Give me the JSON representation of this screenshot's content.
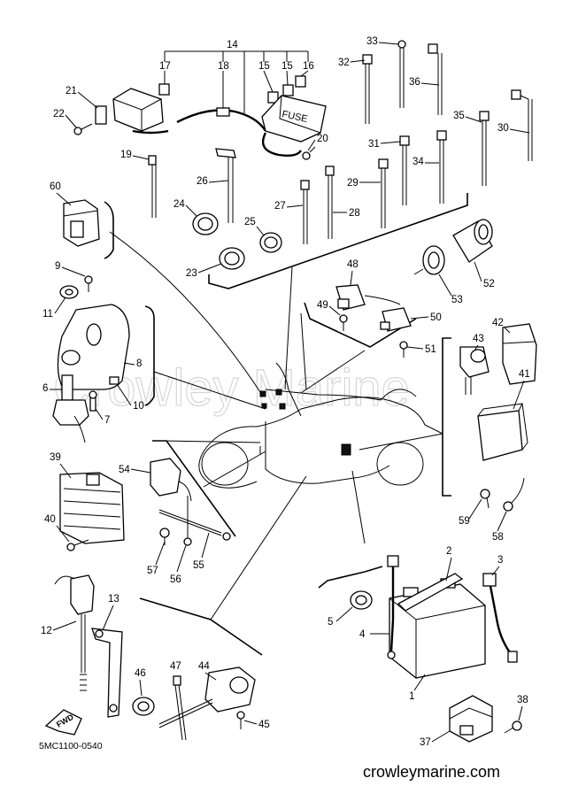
{
  "diagram_code": "5MC1100-0540",
  "footer_site": "crowleymarine.com",
  "watermark": "Crowley Marine",
  "fuse_label": "FUSE",
  "forward_label": "FWD",
  "callouts": {
    "c1": "1",
    "c2": "2",
    "c3": "3",
    "c4": "4",
    "c5": "5",
    "c6": "6",
    "c7": "7",
    "c8": "8",
    "c9": "9",
    "c10": "10",
    "c11": "11",
    "c12": "12",
    "c13": "13",
    "c14": "14",
    "c15a": "15",
    "c15b": "15",
    "c16": "16",
    "c17": "17",
    "c18": "18",
    "c19": "19",
    "c20": "20",
    "c21": "21",
    "c22": "22",
    "c23": "23",
    "c24": "24",
    "c25": "25",
    "c26": "26",
    "c27": "27",
    "c28": "28",
    "c29": "29",
    "c30": "30",
    "c31": "31",
    "c32": "32",
    "c33": "33",
    "c34": "34",
    "c35": "35",
    "c36": "36",
    "c37": "37",
    "c38": "38",
    "c39": "39",
    "c40": "40",
    "c41": "41",
    "c42": "42",
    "c43": "43",
    "c44": "44",
    "c45": "45",
    "c46": "46",
    "c47": "47",
    "c48": "48",
    "c49": "49",
    "c50": "50",
    "c51": "51",
    "c52": "52",
    "c53": "53",
    "c54": "54",
    "c55": "55",
    "c56": "56",
    "c57": "57",
    "c58": "58",
    "c59": "59",
    "c60": "60"
  }
}
